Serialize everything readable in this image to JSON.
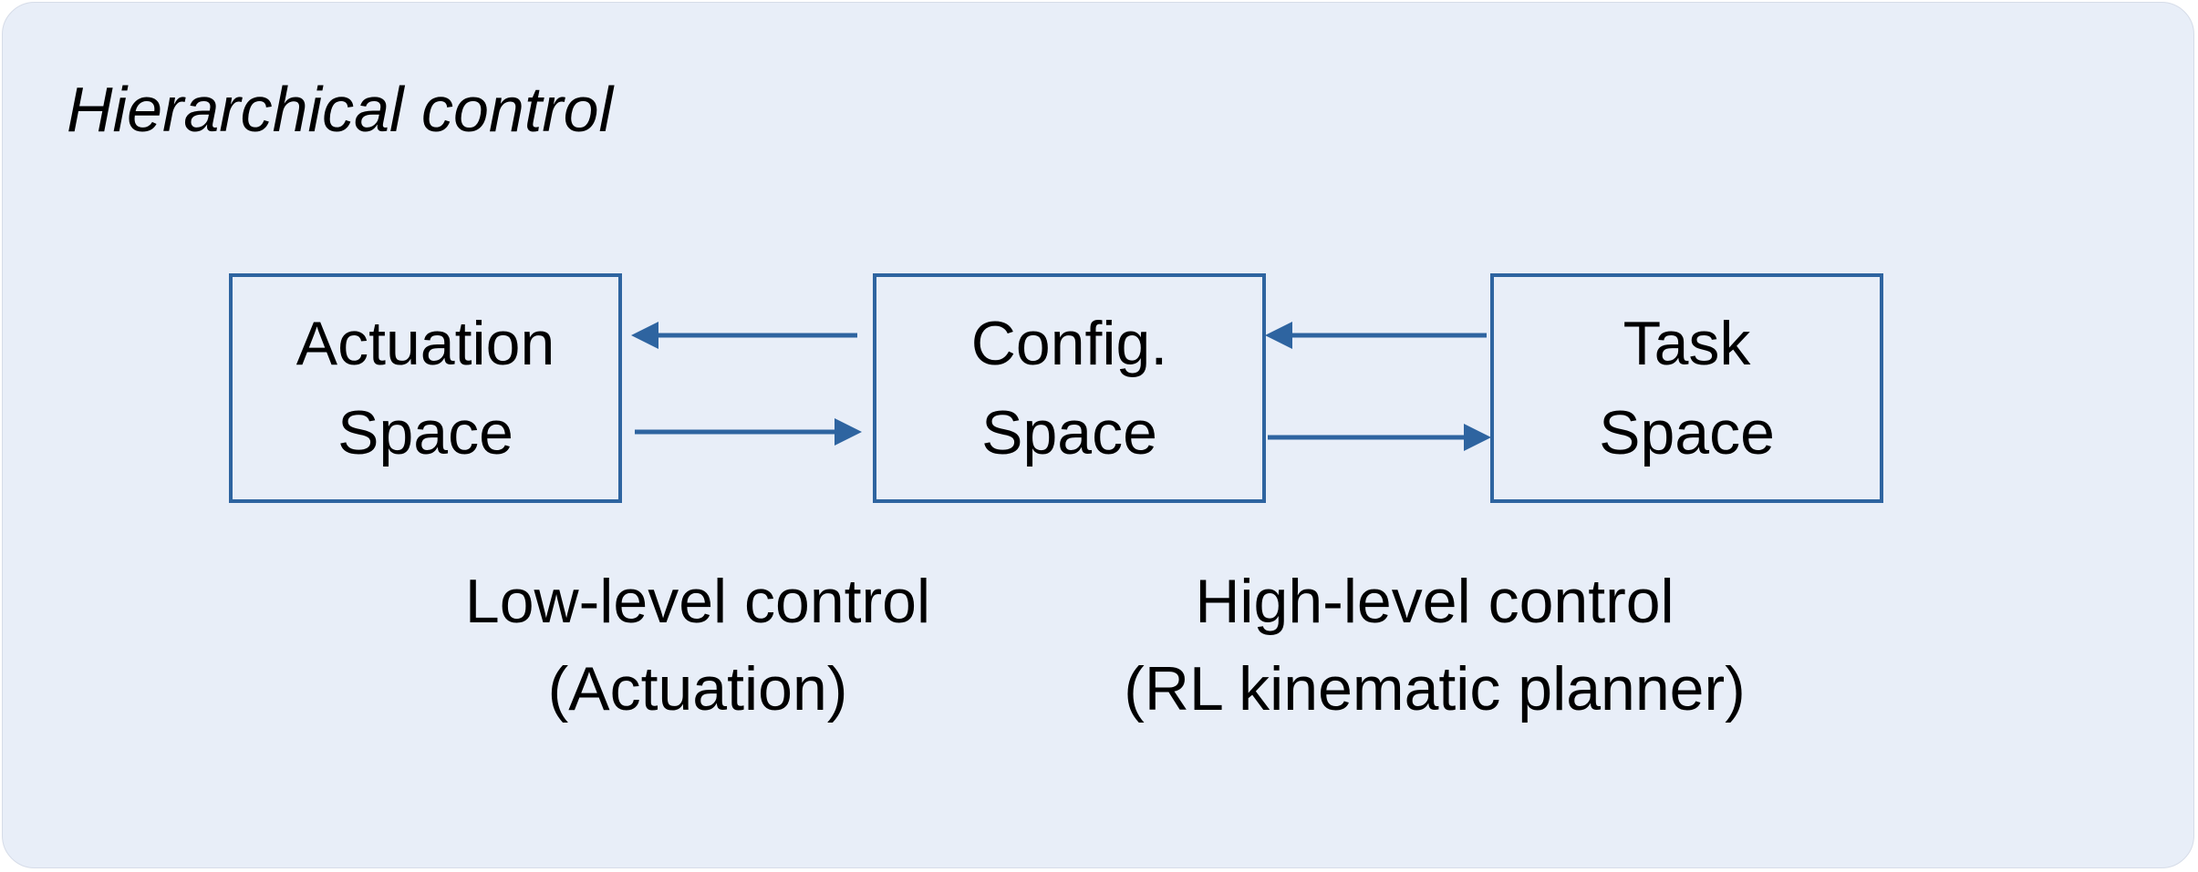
{
  "title": "Hierarchical control",
  "nodes": [
    {
      "line1": "Actuation",
      "line2": "Space"
    },
    {
      "line1": "Config.",
      "line2": "Space"
    },
    {
      "line1": "Task",
      "line2": "Space"
    }
  ],
  "labels": {
    "low": {
      "line1": "Low-level control",
      "line2": "(Actuation)"
    },
    "high": {
      "line1": "High-level control",
      "line2": "(RL kinematic planner)"
    }
  },
  "colors": {
    "panel_background": "#e8eef8",
    "box_border": "#2e64a0",
    "arrow": "#2e64a0",
    "text": "#000000"
  }
}
